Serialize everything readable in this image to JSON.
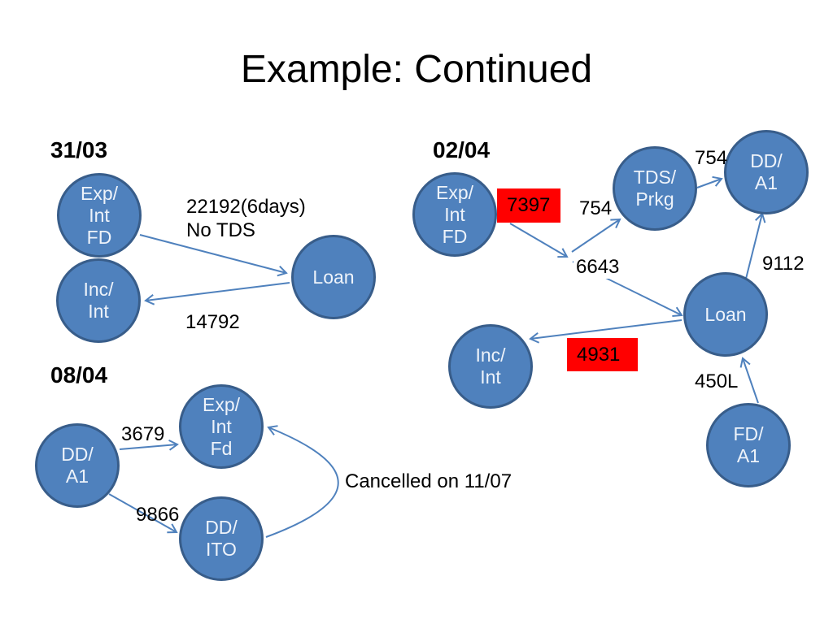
{
  "slide": {
    "title": "Example: Continued"
  },
  "palette": {
    "background": "#ffffff",
    "node_fill": "#4f81bd",
    "node_border": "#385d8a",
    "node_text": "#eef3fa",
    "edge_color": "#4f81bd",
    "label_color": "#000000",
    "highlight_bg": "#ff0000"
  },
  "groups": {
    "g31": {
      "date": "31/03"
    },
    "g02": {
      "date": "02/04"
    },
    "g08": {
      "date": "08/04"
    }
  },
  "nodes": {
    "g31_exp_int_fd": "Exp/\nInt\nFD",
    "g31_inc_int": "Inc/\nInt",
    "g31_loan": "Loan",
    "g02_exp_int_fd": "Exp/\nInt\nFD",
    "g02_tds_prkg": "TDS/\nPrkg",
    "g02_dd_a1": "DD/\nA1",
    "g02_loan": "Loan",
    "g02_inc_int": "Inc/\nInt",
    "g02_fd_a1": "FD/\nA1",
    "g08_dd_a1": "DD/\nA1",
    "g08_exp_int_fd": "Exp/\nInt\nFd",
    "g08_dd_ito": "DD/\nITO"
  },
  "edge_labels": {
    "amount_22192": "22192(6days)\nNo TDS",
    "amount_14792": "14792",
    "amount_754_lower": "754",
    "amount_754_upper": "754",
    "amount_6643": "6643",
    "amount_9112": "9112",
    "amount_450l": "450L",
    "amount_3679": "3679",
    "amount_9866": "9866",
    "cancelled_note": "Cancelled on 11/07"
  },
  "highlights": {
    "amount_7397": "7397",
    "amount_4931": "4931"
  }
}
